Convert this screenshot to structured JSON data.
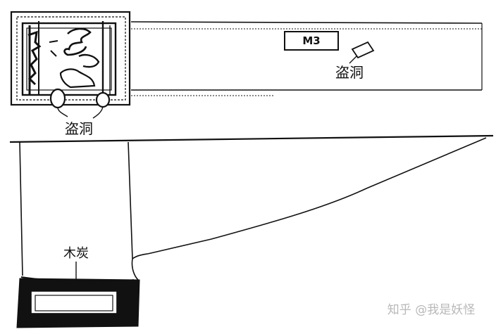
{
  "diagram": {
    "plan_label": "M3",
    "robbery_hole_label_1": "盗洞",
    "robbery_hole_label_2": "盗洞",
    "charcoal_label": "木炭"
  },
  "watermark": {
    "text": "知乎 @我是妖怪"
  },
  "colors": {
    "ink": "#111111",
    "watermark": "#b8b8b8"
  }
}
